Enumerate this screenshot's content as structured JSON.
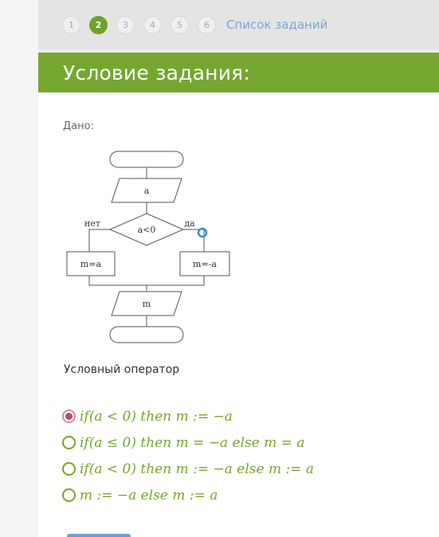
{
  "nav": {
    "pages": [
      "1",
      "2",
      "3",
      "4",
      "5",
      "6"
    ],
    "active_page": "2",
    "task_list_label": "Список заданий"
  },
  "panel": {
    "title": "Условие задания:",
    "given_label": "Дано:",
    "question": "Условный оператор"
  },
  "flowchart": {
    "input_label": "a",
    "condition_label": "a<0",
    "no_label": "нет",
    "yes_label": "да",
    "left_box_label": "m=a",
    "right_box_label": "m=-a",
    "output_label": "m"
  },
  "options": [
    {
      "text": "if(a < 0) then m := −a",
      "selected": true
    },
    {
      "text": "if(a ≤ 0) then m = −a else m = a",
      "selected": false
    },
    {
      "text": "if(a < 0) then m := −a else m := a",
      "selected": false
    },
    {
      "text": "m := −a else m := a",
      "selected": false
    }
  ],
  "colors": {
    "accent_green": "#75a730",
    "link_blue": "#7aa7d6",
    "selected_radio": "#c0466e"
  }
}
